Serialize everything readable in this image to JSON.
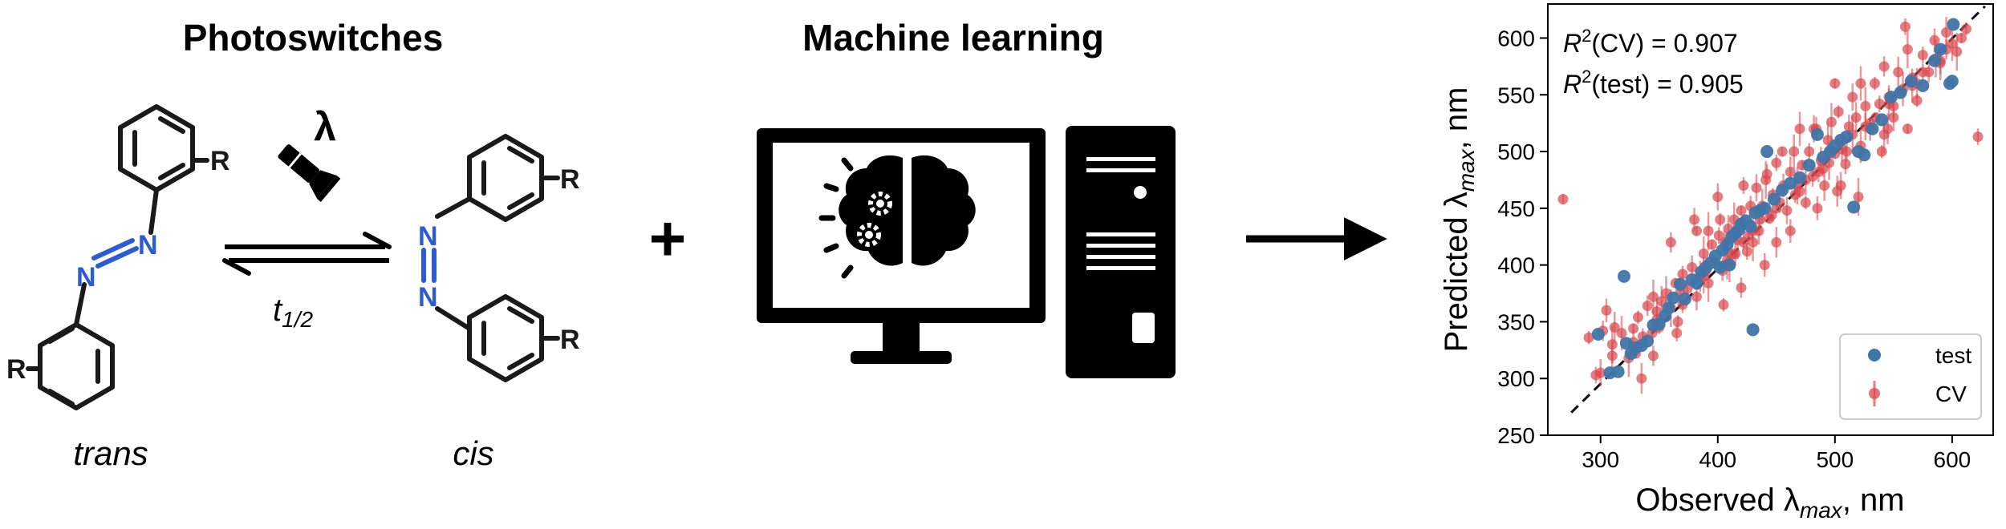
{
  "photoswitches": {
    "title": "Photoswitches",
    "lambda": "λ",
    "half_life_main": "t",
    "half_life_sub": "1/2",
    "trans_label": "trans",
    "cis_label": "cis",
    "substituent": "R",
    "nitrogen": "N"
  },
  "plus": "+",
  "machine_learning": {
    "title": "Machine learning"
  },
  "chart_data": {
    "type": "scatter",
    "xlabel_main": "Observed λ",
    "xlabel_sub": "max",
    "xlabel_unit": ", nm",
    "ylabel_main": "Predicted λ",
    "ylabel_sub": "max",
    "ylabel_unit": ", nm",
    "xlim": [
      255,
      635
    ],
    "ylim": [
      250,
      630
    ],
    "xticks": [
      300,
      400,
      500,
      600
    ],
    "yticks": [
      250,
      300,
      350,
      400,
      450,
      500,
      550,
      600
    ],
    "grid": false,
    "legend_placement": "bottom-right",
    "annotations": [
      {
        "r": "R",
        "sup": "2",
        "rest": "(CV) = 0.907"
      },
      {
        "r": "R",
        "sup": "2",
        "rest": "(test) = 0.905"
      }
    ],
    "reference_line": {
      "style": "dashed",
      "from": [
        275,
        270
      ],
      "to": [
        628,
        628
      ]
    },
    "series": [
      {
        "name": "test",
        "color": "#3f75a8",
        "marker": "circle",
        "points": [
          [
            298,
            339
          ],
          [
            308,
            305
          ],
          [
            315,
            306
          ],
          [
            320,
            390
          ],
          [
            322,
            331
          ],
          [
            326,
            322
          ],
          [
            330,
            327
          ],
          [
            335,
            329
          ],
          [
            340,
            333
          ],
          [
            345,
            347
          ],
          [
            350,
            348
          ],
          [
            355,
            355
          ],
          [
            358,
            362
          ],
          [
            362,
            371
          ],
          [
            368,
            383
          ],
          [
            372,
            370
          ],
          [
            378,
            387
          ],
          [
            382,
            384
          ],
          [
            386,
            394
          ],
          [
            390,
            398
          ],
          [
            394,
            402
          ],
          [
            398,
            408
          ],
          [
            402,
            398
          ],
          [
            404,
            413
          ],
          [
            408,
            418
          ],
          [
            410,
            400
          ],
          [
            412,
            425
          ],
          [
            415,
            428
          ],
          [
            418,
            431
          ],
          [
            420,
            436
          ],
          [
            424,
            439
          ],
          [
            428,
            434
          ],
          [
            430,
            343
          ],
          [
            432,
            446
          ],
          [
            436,
            448
          ],
          [
            440,
            450
          ],
          [
            442,
            500
          ],
          [
            448,
            458
          ],
          [
            455,
            466
          ],
          [
            462,
            472
          ],
          [
            470,
            477
          ],
          [
            478,
            488
          ],
          [
            485,
            515
          ],
          [
            490,
            495
          ],
          [
            496,
            500
          ],
          [
            500,
            505
          ],
          [
            505,
            510
          ],
          [
            510,
            513
          ],
          [
            516,
            451
          ],
          [
            520,
            500
          ],
          [
            525,
            497
          ],
          [
            532,
            520
          ],
          [
            540,
            528
          ],
          [
            548,
            548
          ],
          [
            556,
            552
          ],
          [
            565,
            562
          ],
          [
            575,
            558
          ],
          [
            585,
            580
          ],
          [
            590,
            590
          ],
          [
            598,
            560
          ],
          [
            600,
            562
          ],
          [
            601,
            612
          ]
        ]
      },
      {
        "name": "CV",
        "color": "#d9464b",
        "marker": "circle-errorbar",
        "points": [
          [
            268,
            458
          ],
          [
            290,
            336
          ],
          [
            296,
            303
          ],
          [
            302,
            342
          ],
          [
            305,
            360
          ],
          [
            310,
            320
          ],
          [
            312,
            345
          ],
          [
            318,
            340
          ],
          [
            324,
            318
          ],
          [
            328,
            344
          ],
          [
            332,
            354
          ],
          [
            336,
            337
          ],
          [
            340,
            364
          ],
          [
            344,
            340
          ],
          [
            348,
            359
          ],
          [
            352,
            368
          ],
          [
            356,
            375
          ],
          [
            360,
            362
          ],
          [
            364,
            384
          ],
          [
            366,
            350
          ],
          [
            370,
            392
          ],
          [
            374,
            379
          ],
          [
            378,
            398
          ],
          [
            382,
            372
          ],
          [
            385,
            390
          ],
          [
            388,
            410
          ],
          [
            392,
            384
          ],
          [
            395,
            418
          ],
          [
            398,
            402
          ],
          [
            401,
            426
          ],
          [
            404,
            395
          ],
          [
            406,
            420
          ],
          [
            409,
            432
          ],
          [
            412,
            409
          ],
          [
            414,
            440
          ],
          [
            417,
            422
          ],
          [
            420,
            448
          ],
          [
            422,
            420
          ],
          [
            425,
            412
          ],
          [
            428,
            452
          ],
          [
            430,
            430
          ],
          [
            433,
            468
          ],
          [
            436,
            440
          ],
          [
            438,
            452
          ],
          [
            441,
            475
          ],
          [
            444,
            441
          ],
          [
            447,
            462
          ],
          [
            450,
            490
          ],
          [
            453,
            455
          ],
          [
            456,
            470
          ],
          [
            459,
            448
          ],
          [
            462,
            482
          ],
          [
            465,
            500
          ],
          [
            468,
            470
          ],
          [
            472,
            488
          ],
          [
            475,
            455
          ],
          [
            478,
            500
          ],
          [
            481,
            478
          ],
          [
            484,
            520
          ],
          [
            488,
            492
          ],
          [
            491,
            470
          ],
          [
            494,
            510
          ],
          [
            497,
            526
          ],
          [
            500,
            498
          ],
          [
            503,
            535
          ],
          [
            506,
            510
          ],
          [
            509,
            489
          ],
          [
            512,
            522
          ],
          [
            515,
            548
          ],
          [
            518,
            530
          ],
          [
            522,
            505
          ],
          [
            526,
            540
          ],
          [
            530,
            525
          ],
          [
            534,
            560
          ],
          [
            538,
            542
          ],
          [
            542,
            575
          ],
          [
            546,
            548
          ],
          [
            550,
            530
          ],
          [
            554,
            570
          ],
          [
            558,
            555
          ],
          [
            562,
            590
          ],
          [
            566,
            565
          ],
          [
            570,
            545
          ],
          [
            575,
            585
          ],
          [
            580,
            570
          ],
          [
            585,
            598
          ],
          [
            590,
            580
          ],
          [
            595,
            605
          ],
          [
            600,
            595
          ],
          [
            604,
            588
          ],
          [
            608,
            600
          ],
          [
            612,
            608
          ],
          [
            622,
            513
          ],
          [
            360,
            420
          ],
          [
            380,
            440
          ],
          [
            400,
            460
          ],
          [
            450,
            420
          ],
          [
            470,
            520
          ],
          [
            520,
            460
          ],
          [
            500,
            560
          ],
          [
            540,
            500
          ],
          [
            560,
            610
          ],
          [
            420,
            380
          ],
          [
            440,
            400
          ],
          [
            300,
            305
          ],
          [
            335,
            300
          ],
          [
            345,
            372
          ],
          [
            392,
            430
          ],
          [
            455,
            500
          ],
          [
            405,
            365
          ],
          [
            365,
            340
          ],
          [
            345,
            320
          ],
          [
            485,
            450
          ],
          [
            505,
            470
          ],
          [
            545,
            520
          ],
          [
            410,
            400
          ],
          [
            430,
            420
          ],
          [
            450,
            450
          ],
          [
            470,
            465
          ],
          [
            490,
            485
          ],
          [
            510,
            500
          ],
          [
            530,
            520
          ],
          [
            550,
            540
          ],
          [
            570,
            560
          ],
          [
            590,
            578
          ],
          [
            310,
            330
          ],
          [
            330,
            322
          ],
          [
            350,
            345
          ],
          [
            370,
            365
          ],
          [
            390,
            395
          ],
          [
            415,
            410
          ],
          [
            435,
            430
          ],
          [
            475,
            475
          ],
          [
            495,
            490
          ],
          [
            515,
            515
          ],
          [
            535,
            530
          ],
          [
            555,
            552
          ],
          [
            575,
            570
          ],
          [
            595,
            590
          ],
          [
            328,
            332
          ],
          [
            348,
            352
          ],
          [
            368,
            376
          ],
          [
            388,
            390
          ],
          [
            408,
            404
          ],
          [
            426,
            426
          ],
          [
            446,
            444
          ],
          [
            466,
            462
          ],
          [
            486,
            482
          ],
          [
            506,
            502
          ],
          [
            526,
            522
          ],
          [
            546,
            542
          ],
          [
            566,
            558
          ],
          [
            586,
            582
          ],
          [
            382,
            430
          ],
          [
            402,
            440
          ],
          [
            422,
            470
          ],
          [
            442,
            480
          ],
          [
            462,
            430
          ],
          [
            482,
            520
          ],
          [
            502,
            465
          ],
          [
            522,
            560
          ],
          [
            542,
            515
          ],
          [
            562,
            520
          ]
        ]
      }
    ]
  }
}
